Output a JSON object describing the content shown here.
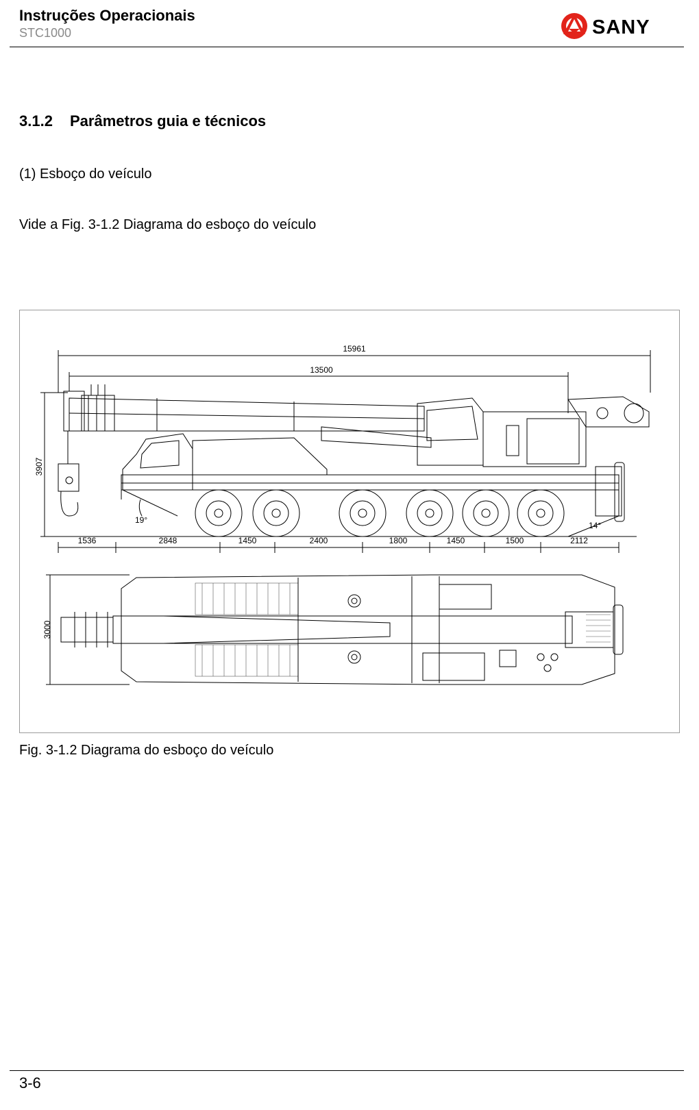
{
  "header": {
    "title": "Instruções Operacionais",
    "model": "STC1000",
    "brand": "SANY",
    "brand_color": "#e2231a"
  },
  "section": {
    "number": "3.1.2",
    "title": "Parâmetros guia e técnicos"
  },
  "item_label": "(1) Esboço do veículo",
  "paragraph": "Vide a Fig. 3-1.2 Diagrama do esboço do veículo",
  "figure": {
    "caption": "Fig. 3-1.2 Diagrama do esboço do veículo",
    "dimensions": {
      "overall_length": "15961",
      "boom_length": "13500",
      "height": "3907",
      "width": "3000",
      "approach_angle": "19°",
      "departure_angle": "14°",
      "segments": [
        "1536",
        "2848",
        "1450",
        "2400",
        "1800",
        "1450",
        "1500",
        "2112"
      ]
    }
  },
  "footer": {
    "page": "3-6"
  }
}
